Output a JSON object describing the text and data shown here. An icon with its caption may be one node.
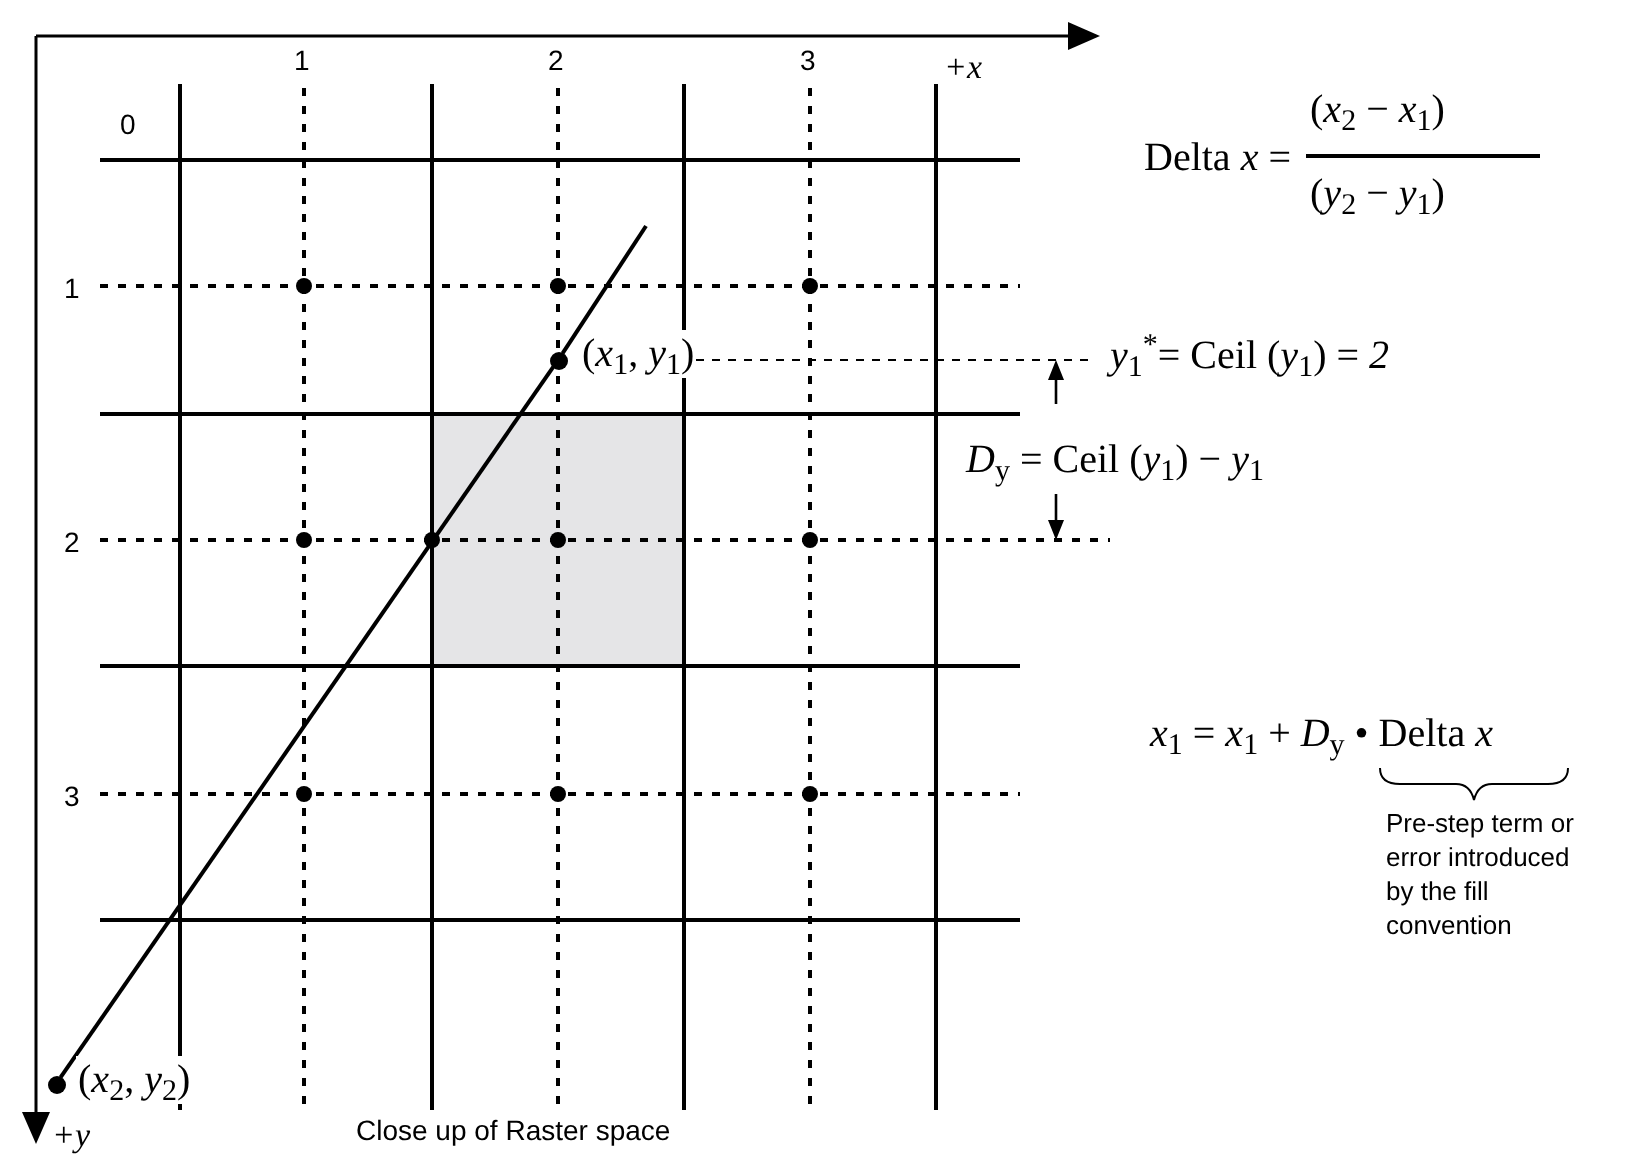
{
  "diagram": {
    "caption": "Close up of Raster space",
    "nodes": [
      {
        "text": [],
        "shape": "circle",
        "beside": [
          "(*x*$_{1}$, *y*$_{1}$)"
        ]
      },
      {
        "text": [],
        "shape": "circle",
        "beside": [
          "(*x*$_{2}$, *y*$_{2}$)"
        ]
      }
    ],
    "edges": [
      {
        "from": 1,
        "to": 0,
        "arrow": "none"
      }
    ],
    "labels": [
      "1",
      "2",
      "3",
      "*+x*",
      "0",
      "Delta *x* =",
      "(*x*$_{2}$ − *x*$_{1}$)",
      "(*y*$_{2}$ − *y*$_{1}$)",
      "1",
      "*y*$_{1}$$^{*}$= Ceil (*y*$_{1}$) = *2*",
      "*D*$_{y}$ = Ceil (*y*$_{1}$) − *y*$_{1}$",
      "2",
      "*x*$_{1}$ = *x*$_{1}$ + *D*$_{y}$ • Delta *x*",
      "3",
      "Pre-step term or error introduced by the fill convention",
      "*+y*"
    ]
  }
}
